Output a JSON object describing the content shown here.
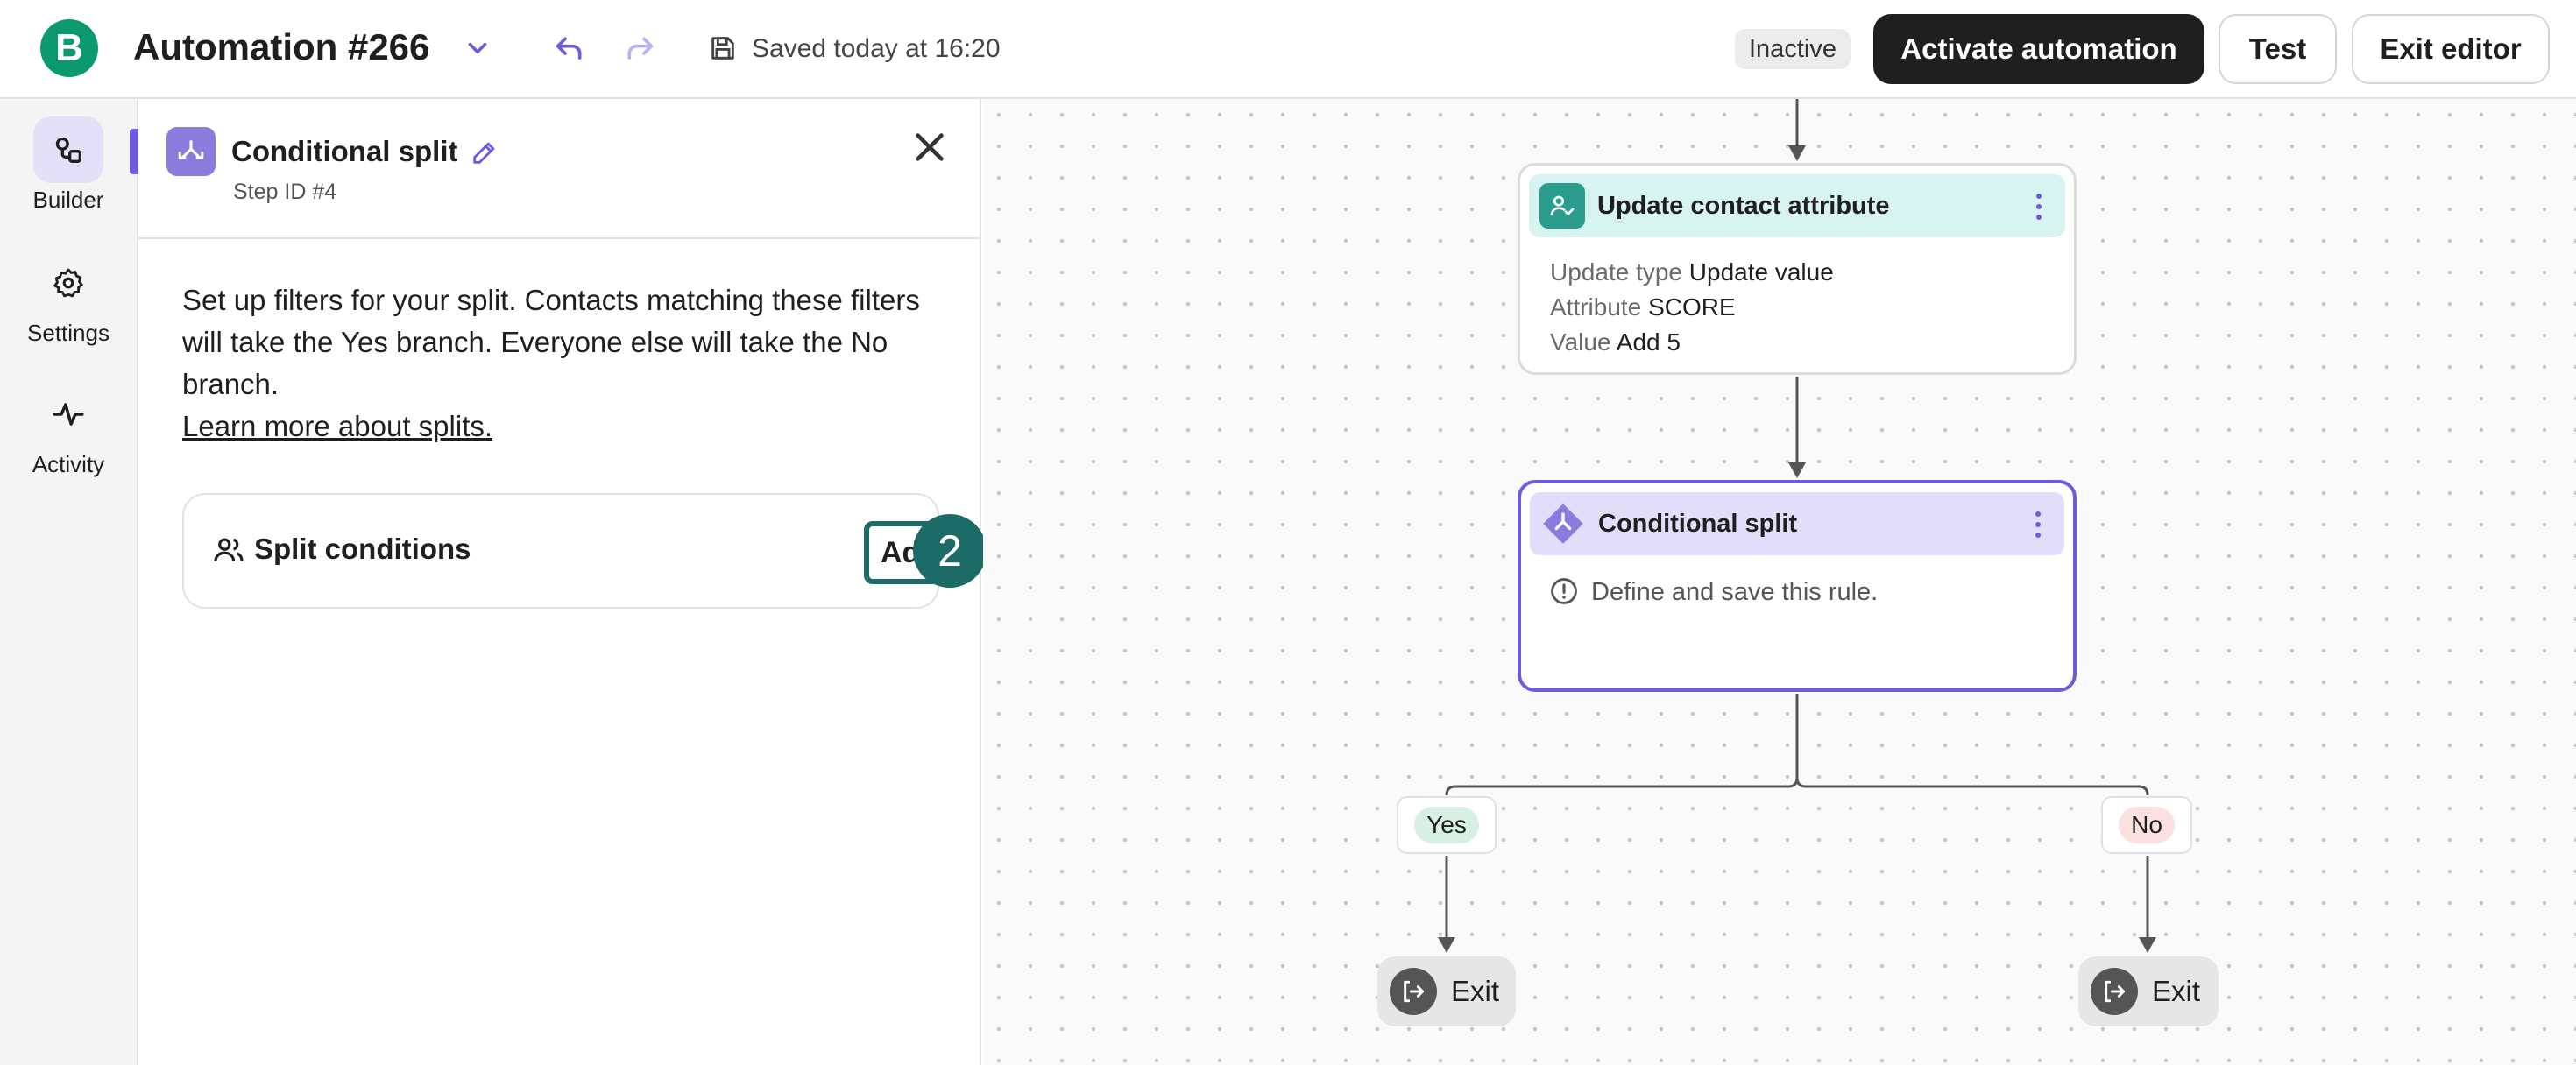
{
  "header": {
    "logo_letter": "B",
    "title": "Automation #266",
    "saved_status": "Saved today at 16:20",
    "status_badge": "Inactive",
    "activate_label": "Activate automation",
    "test_label": "Test",
    "exit_label": "Exit editor"
  },
  "sidebar": {
    "items": [
      {
        "label": "Builder",
        "icon": "builder-icon",
        "active": true
      },
      {
        "label": "Settings",
        "icon": "gear-icon",
        "active": false
      },
      {
        "label": "Activity",
        "icon": "activity-icon",
        "active": false
      }
    ]
  },
  "panel": {
    "title": "Conditional split",
    "step_id": "Step ID #4",
    "description": "Set up filters for your split. Contacts matching these filters will take the Yes branch. Everyone else will take the No branch.",
    "learn_more": "Learn more about splits.",
    "split_conditions_label": "Split conditions",
    "add_label": "Add",
    "step_badge": "2"
  },
  "canvas": {
    "update_node": {
      "title": "Update contact attribute",
      "rows": [
        {
          "key": "Update type",
          "value": "Update value"
        },
        {
          "key": "Attribute",
          "value": "SCORE"
        },
        {
          "key": "Value",
          "value": "Add 5"
        }
      ]
    },
    "split_node": {
      "title": "Conditional split",
      "warning": "Define and save this rule."
    },
    "branches": {
      "yes": "Yes",
      "no": "No"
    },
    "exit_left": "Exit",
    "exit_right": "Exit"
  },
  "colors": {
    "accent_purple": "#6e5bdc",
    "brand_green": "#0b996e",
    "teal": "#1d6b66",
    "update_header": "#d8f4f1",
    "split_header": "#e2def9"
  }
}
